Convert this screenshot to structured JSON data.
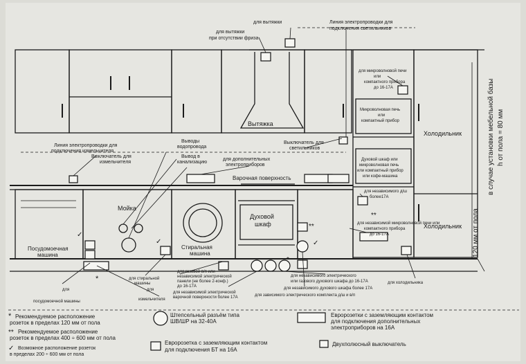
{
  "labels": {
    "hood_outlet": "для вытяжки",
    "hood_outlet_frieze": "для вытяжки",
    "hood_outlet_frieze_2": "при отсутствии фриза",
    "lighting_line_1": "Линия электропроводки для",
    "lighting_line_2": "подключения светильников",
    "hood": "Вытяжка",
    "fridge_upper": "Холодильник",
    "fridge_lower": "Холодильник",
    "base_note_1": "в случае установки мебельной базы",
    "base_note_2": "h от пола = 80 мм",
    "height_note": "120 мм от пола",
    "micro_note_1": "для микроволновой печи",
    "micro_note_2": "или",
    "micro_note_3": "компактного прибора",
    "micro_note_4": "до 16-17А",
    "micro_box_1": "Микроволновая печь",
    "micro_box_2": "или",
    "micro_box_3": "компактный прибор",
    "oven_box_1": "Духовой шкаф или",
    "oven_box_2": "микроволновая печь",
    "oven_box_3": "или компактный прибор",
    "oven_box_4": "или кофе-машина",
    "meter_line_1": "Линия электропроводки для",
    "meter_line_2": "подключения измельчителя",
    "meter_switch": "Выключатель для",
    "meter_switch_2": "измельчителя",
    "pipes_1": "Выводы",
    "pipes_2": "водопровода",
    "sewer_1": "Вывод в",
    "sewer_2": "канализацию",
    "light_switch_1": "Выключатель для",
    "light_switch_2": "светильников",
    "extra_1": "для дополнительных",
    "extra_2": "электроприборов",
    "hob": "Варочная поверхность",
    "sink": "Мойка",
    "washer_1": "Стиральная",
    "washer_2": "машина",
    "oven_1": "Духовой",
    "oven_2": "шкаф",
    "dish_1": "Посудомоечная",
    "dish_2": "машина",
    "indep_oven_1": "для независимого д/ш",
    "indep_oven_2": "более17А",
    "indep_micro_1": "для независимой микроволновой печи или",
    "indep_micro_2": "компактного прибора",
    "indep_micro_3": "до 16-17А",
    "gas_1": "для газовой в/п или",
    "gas_2": "независимой электрической",
    "gas_3": "панели (не более 2-конф.)",
    "gas_4": "до 16-17А",
    "indep_hob_1": "для независимой электрической",
    "indep_hob_2": "варочной поверхности более 17А",
    "indep_elec_1": "для независимого электрического",
    "indep_elec_2": "или газового духового шкафа до 16-17А",
    "indep_gas_oven": "для независимого духового шкафа более 17А",
    "dep_kit": "для зависимого электрического комплекта д/ш и в/п",
    "fridge_out": "для холодильника",
    "washer_out_1": "для стиральной",
    "washer_out_2": "машины",
    "dish_out_1": "для",
    "dish_out_2": "посудомоечной машины",
    "meter_out_1": "для",
    "meter_out_2": "измельчителя"
  },
  "legend": {
    "star_1": "Рекомендуемое расположение",
    "star_1b": "розеток в пределах 120 мм от пола",
    "star_2": "Рекомендуемое расположение",
    "star_2b": "розеток в пределах 400 ÷ 600 мм от пола",
    "check_1": "Возможное расположение розеток",
    "check_1b": "в пределах 200 ÷ 600 мм от пола",
    "plug_1": "Штепсельный разъём типа",
    "plug_2": "ШВ/ШР на 32-40А",
    "euro1_1": "Евророзетка с заземляющим контактом",
    "euro1_2": "для подключения БТ на 16А",
    "euro3_1": "Евророзетки с заземляющим контактом",
    "euro3_2": "для подключения дополнительных",
    "euro3_3": "электроприборов на 16А",
    "switch_1": "Двухполюсный выключатель"
  },
  "colors": {
    "paper": "#dcdcd6",
    "ink": "#1a1a1a"
  }
}
